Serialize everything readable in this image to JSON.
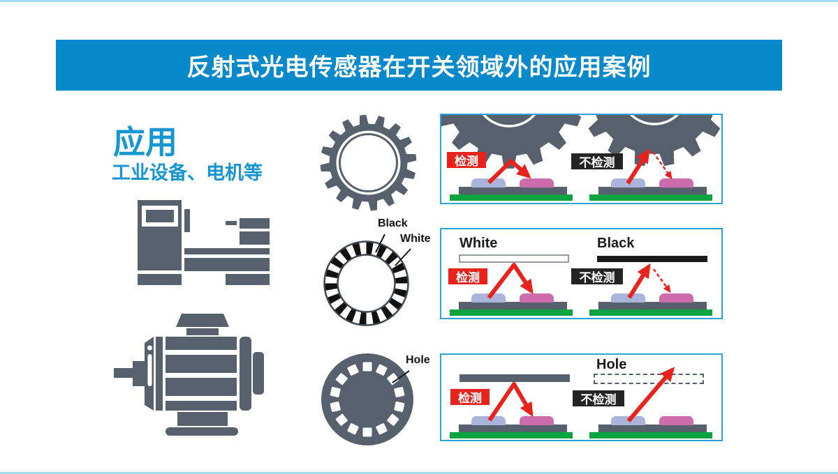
{
  "slide": {
    "title": "反射式光电传感器在开关领域外的应用案例"
  },
  "application": {
    "heading": "应用",
    "subheading": "工业设备、电机等"
  },
  "annotations": {
    "black": "Black",
    "white": "White",
    "hole": "Hole"
  },
  "panels": [
    {
      "name": "gear-tooth-detection",
      "detect_label": "检测",
      "no_detect_label": "不检测"
    },
    {
      "name": "white-black-surface-detection",
      "detect_label": "检测",
      "no_detect_label": "不检测",
      "left_title": "White",
      "right_title": "Black"
    },
    {
      "name": "hole-detection",
      "detect_label": "检测",
      "no_detect_label": "不检测",
      "right_title": "Hole"
    }
  ],
  "icons": {
    "machine": "industrial-machine",
    "motor": "electric-motor",
    "gear": "gear-wheel",
    "encoder": "black-white-striped-ring",
    "disc": "perforated-disc"
  },
  "colors": {
    "header_bg": "#0889cb",
    "accent_blue": "#1596d3",
    "icon_gray": "#57616d",
    "detect_red": "#e8231e",
    "no_detect_bg": "#242424",
    "pcb_green": "#0aa540",
    "emitter_lavender": "#aab4da",
    "receiver_pink": "#cd6cad",
    "panel_border": "#2aa3d8",
    "edge_line": "#a9d9f0"
  }
}
